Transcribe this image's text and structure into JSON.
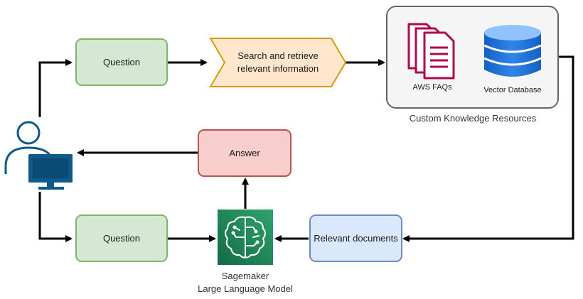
{
  "nodes": {
    "question_top": "Question",
    "search": "Search and retrieve relevant information",
    "answer": "Answer",
    "question_bottom": "Question",
    "relevant_docs": "Relevant documents"
  },
  "knowledge": {
    "caption": "Custom Knowledge Resources",
    "faqs_label": "AWS FAQs",
    "vector_label": "Vector Database"
  },
  "sagemaker": {
    "line1": "Sagemaker",
    "line2": "Large Language Model"
  },
  "colors": {
    "green_fill": "#d5e8d4",
    "green_stroke": "#82b366",
    "red_fill": "#f8cecc",
    "red_stroke": "#b85450",
    "blue_fill": "#dae8fc",
    "blue_stroke": "#6c8ebf",
    "search_fill": "#ffe6cc",
    "search_stroke": "#d79b00",
    "user_icon": "#0e5a8a",
    "doc_icon": "#b0084d",
    "db_icon": "#1f64c9",
    "sagemaker_icon": "#1b7a4d"
  },
  "icons": [
    "user-computer-icon",
    "documents-icon",
    "database-icon",
    "sagemaker-brain-icon"
  ]
}
